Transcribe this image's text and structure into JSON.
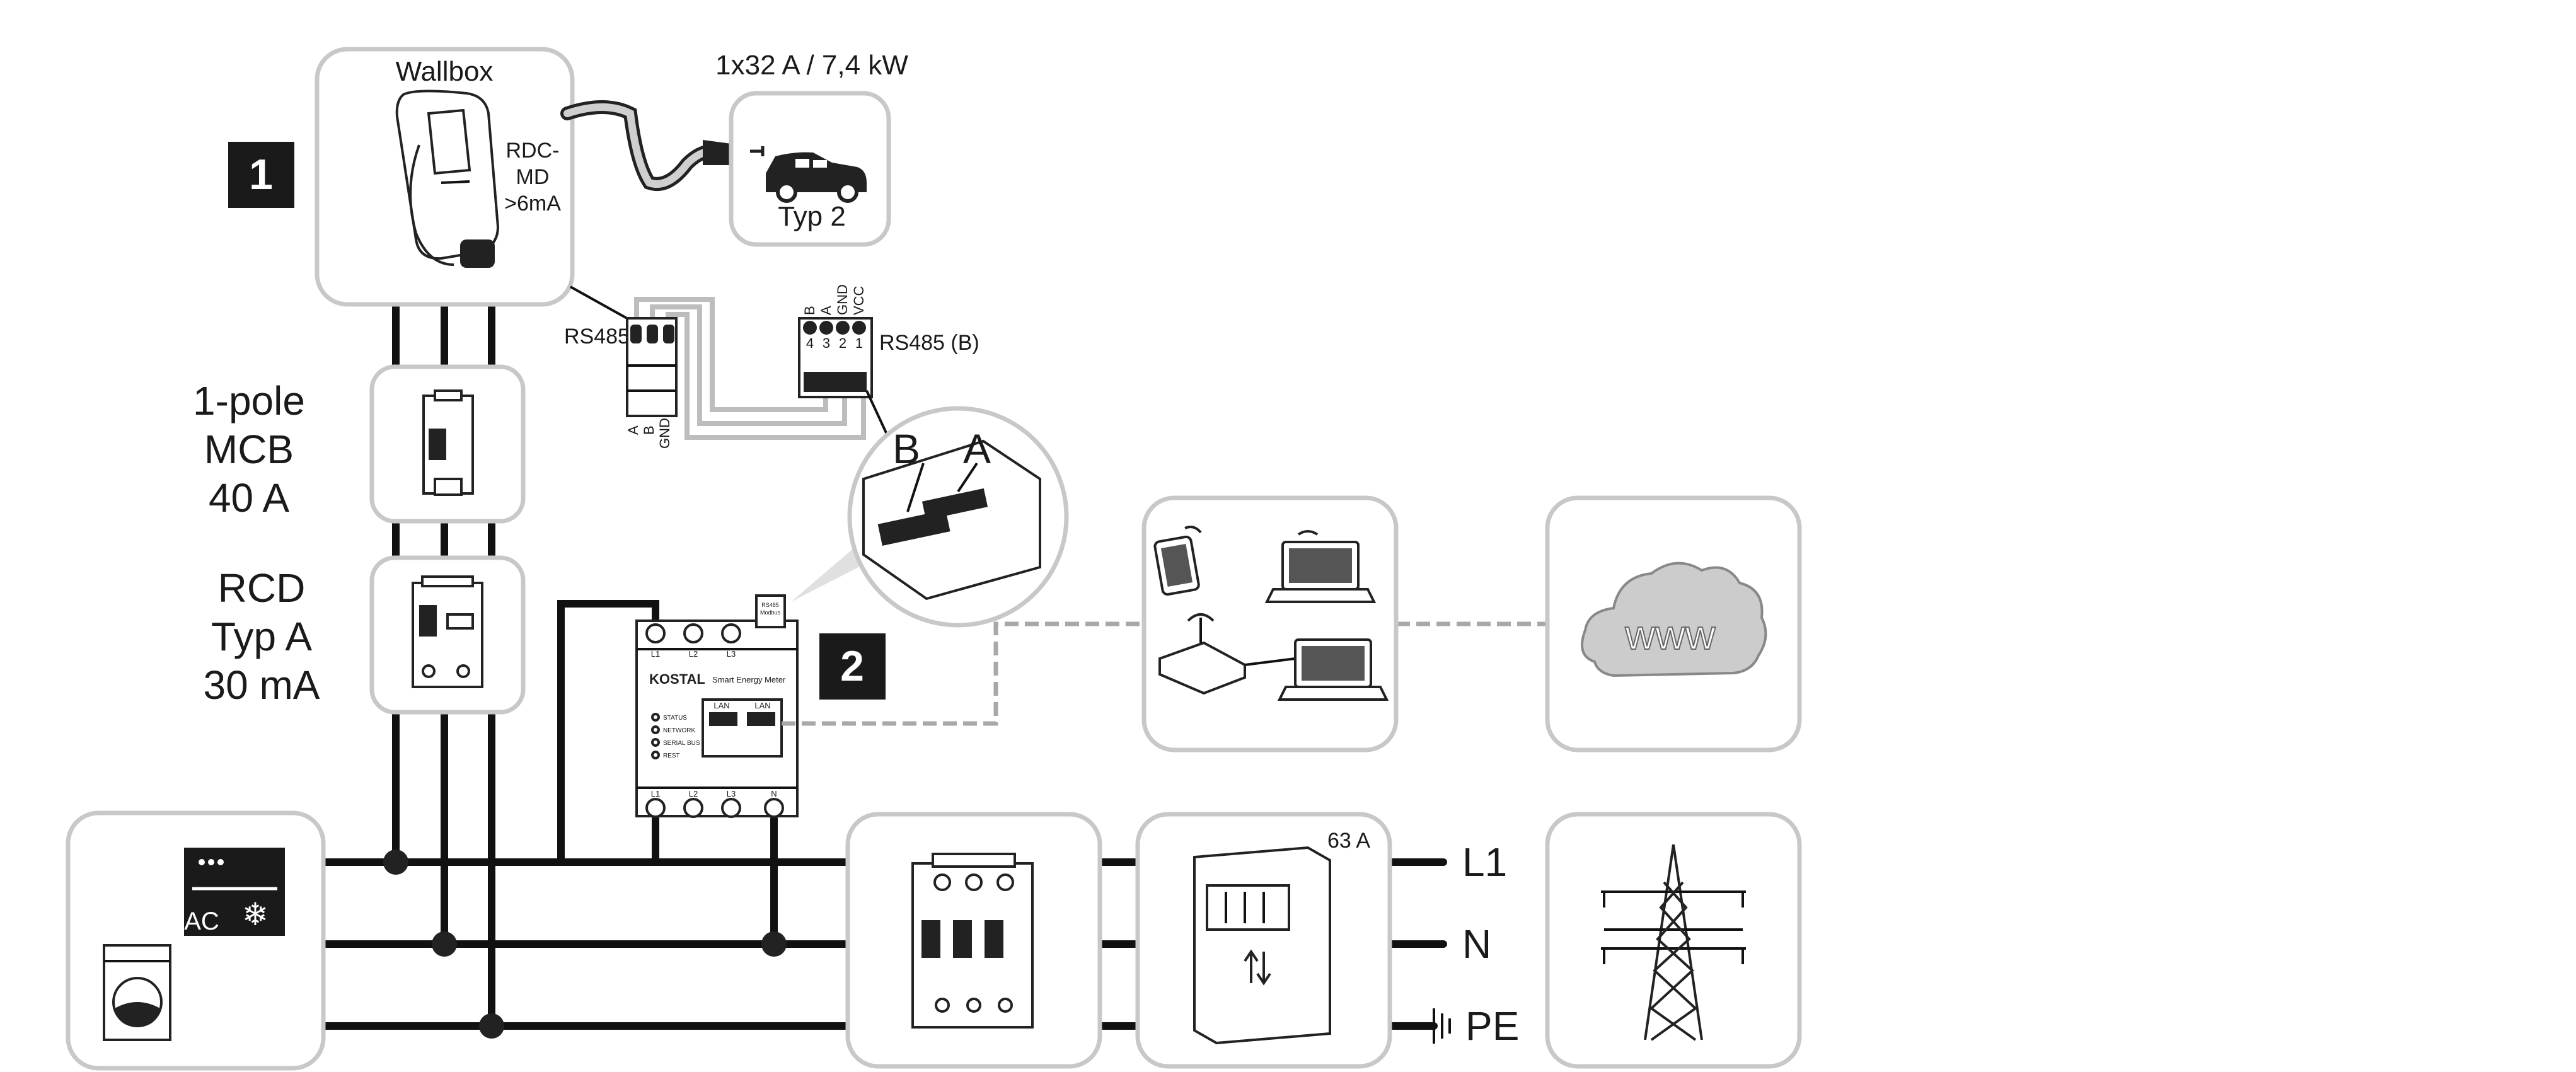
{
  "wallbox": {
    "title": "Wallbox",
    "rdc_line1": "RDC-",
    "rdc_line2": "MD",
    "rdc_line3": ">6mA"
  },
  "ev": {
    "power": "1x32 A / 7,4 kW",
    "plug_type": "Typ 2"
  },
  "badges": {
    "b1": "1",
    "b2": "2"
  },
  "mcb": {
    "line1": "1-pole",
    "line2": "MCB",
    "line3": "40 A"
  },
  "rcd": {
    "line1": "RCD",
    "line2": "Typ A",
    "line3": "30 mA"
  },
  "rs485_left": {
    "label": "RS485",
    "pins": [
      "A",
      "B",
      "GND"
    ]
  },
  "rs485_right": {
    "label": "RS485 (B)",
    "pins": [
      "B",
      "A",
      "GND",
      "VCC"
    ],
    "numbers": [
      "4",
      "3",
      "2",
      "1"
    ]
  },
  "zoom": {
    "b": "B",
    "a": "A"
  },
  "meter": {
    "brand": "KOSTAL",
    "model": "Smart Energy Meter",
    "lan1": "LAN",
    "lan2": "LAN",
    "leds": [
      "STATUS",
      "NETWORK",
      "SERIAL BUS",
      "REST"
    ],
    "top_terms": [
      "L1",
      "L2",
      "L3"
    ],
    "bottom_terms": [
      "L1",
      "L2",
      "L3",
      "N"
    ],
    "tag_line1": "RS485",
    "tag_line2": "Modbus"
  },
  "grid": {
    "meter_current": "63 A",
    "l1": "L1",
    "n": "N",
    "pe": "PE"
  },
  "cloud": {
    "www": "www"
  },
  "ac": {
    "label": "AC"
  },
  "colors": {
    "box_border": "#c8c8c8",
    "wire": "#111111",
    "badge": "#1a1a1a"
  }
}
